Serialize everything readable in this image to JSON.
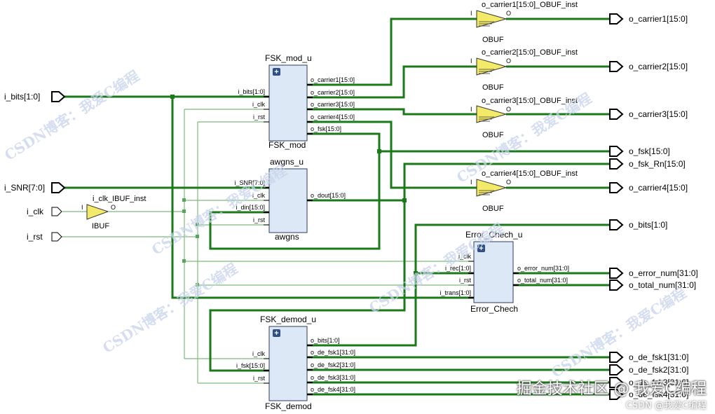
{
  "inputs": {
    "i_bits": "i_bits[1:0]",
    "i_snr": "i_SNR[7:0]",
    "i_clk": "i_clk",
    "i_rst": "i_rst"
  },
  "outputs": {
    "o_carrier1": "o_carrier1[15:0]",
    "o_carrier2": "o_carrier2[15:0]",
    "o_carrier3": "o_carrier3[15:0]",
    "o_fsk": "o_fsk[15:0]",
    "o_fsk_rn": "o_fsk_Rn[15:0]",
    "o_carrier4": "o_carrier4[15:0]",
    "o_bits": "o_bits[1:0]",
    "o_error_num": "o_error_num[31:0]",
    "o_total_num": "o_total_num[31:0]",
    "o_de_fsk1": "o_de_fsk1[31:0]",
    "o_de_fsk2": "o_de_fsk2[31:0]",
    "o_de_fsk3": "o_de_fsk3[31:0]",
    "o_de_fsk4": "o_de_fsk4[31:0]"
  },
  "buffers": {
    "ibuf_inst": "i_clk_IBUF_inst",
    "ibuf_type": "IBUF",
    "obuf1_inst": "o_carrier1[15:0]_OBUF_inst",
    "obuf2_inst": "o_carrier2[15:0]_OBUF_inst",
    "obuf3_inst": "o_carrier3[15:0]_OBUF_inst",
    "obuf4_inst": "o_carrier4[15:0]_OBUF_inst",
    "obuf_type": "OBUF",
    "pin_i": "I",
    "pin_o": "O"
  },
  "modules": {
    "fsk_mod": {
      "inst": "FSK_mod_u",
      "type": "FSK_mod",
      "in_ports": [
        "i_bits[1:0]",
        "i_clk",
        "i_rst"
      ],
      "out_ports": [
        "o_carrier1[15:0]",
        "o_carrier2[15:0]",
        "o_carrier3[15:0]",
        "o_carrier4[15:0]",
        "o_fsk[15:0]"
      ]
    },
    "awgns": {
      "inst": "awgns_u",
      "type": "awgns",
      "in_ports": [
        "i_SNR[7:0]",
        "i_clk",
        "i_din[15:0]",
        "i_rst"
      ],
      "out_ports": [
        "o_dout[15:0]"
      ]
    },
    "error_chech": {
      "inst": "Error_Chech_u",
      "type": "Error_Chech",
      "in_ports": [
        "i_clk",
        "i_rec[1:0]",
        "i_rst",
        "i_trans[1:0]"
      ],
      "out_ports": [
        "o_error_num[31:0]",
        "o_total_num[31:0]"
      ]
    },
    "fsk_demod": {
      "inst": "FSK_demod_u",
      "type": "FSK_demod",
      "in_ports": [
        "i_clk",
        "i_fsk[15:0]",
        "i_rst"
      ],
      "out_ports": [
        "o_bits[1:0]",
        "o_de_fsk1[31:0]",
        "o_de_fsk2[31:0]",
        "o_de_fsk3[31:0]",
        "o_de_fsk4[31:0]"
      ]
    }
  },
  "watermark": {
    "text": "CSDN博客：我爱C编程",
    "footer": "掘金技术社区 @ 我爱C编程",
    "footer_sub": "CSDN @我爱C编程"
  },
  "colors": {
    "bus": "#1a7a1a",
    "thin_wire": "#7dba7d",
    "module_fill": "#dce8f6",
    "module_stroke": "#2c3e5a",
    "port_fill": "#ffffff",
    "buffer_fill": "#f4ea6a"
  }
}
